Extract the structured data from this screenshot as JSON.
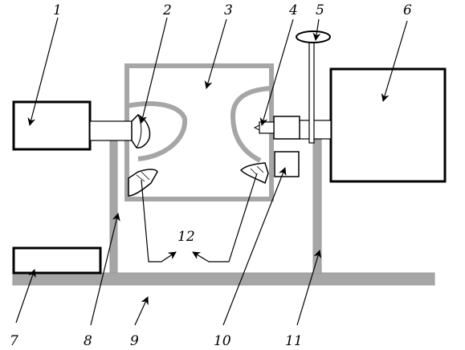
{
  "diagram": {
    "labels": {
      "l1": "1",
      "l2": "2",
      "l3": "3",
      "l4": "4",
      "l5": "5",
      "l6": "6",
      "l7": "7",
      "l8": "8",
      "l9": "9",
      "l10": "10",
      "l11": "11",
      "l12": "12"
    }
  },
  "colors": {
    "line": "#000000",
    "structure": "#a6a6a6",
    "background": "#ffffff"
  }
}
